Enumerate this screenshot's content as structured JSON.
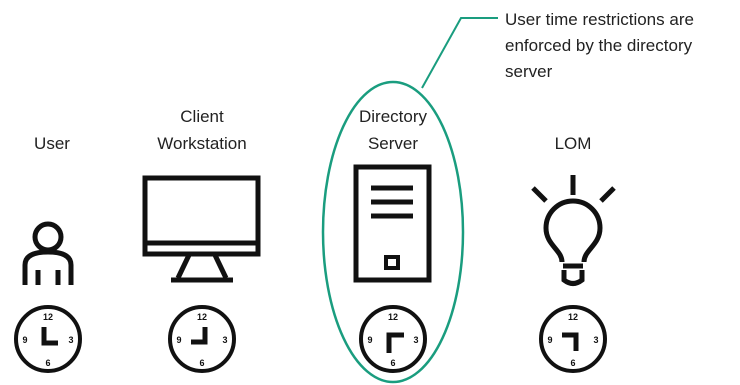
{
  "columns": [
    {
      "label_lines": [
        "User"
      ],
      "icon": "person-icon"
    },
    {
      "label_lines": [
        "Client",
        "Workstation"
      ],
      "icon": "monitor-icon"
    },
    {
      "label_lines": [
        "Directory",
        "Server"
      ],
      "icon": "server-icon"
    },
    {
      "label_lines": [
        "LOM"
      ],
      "icon": "lightbulb-icon"
    }
  ],
  "callout": {
    "lines": [
      "User time restrictions are",
      "enforced by the directory",
      "server"
    ]
  },
  "clock": {
    "numerals": [
      "12",
      "3",
      "6",
      "9"
    ]
  },
  "colors": {
    "ink": "#111111",
    "accent": "#1a9d7f"
  }
}
